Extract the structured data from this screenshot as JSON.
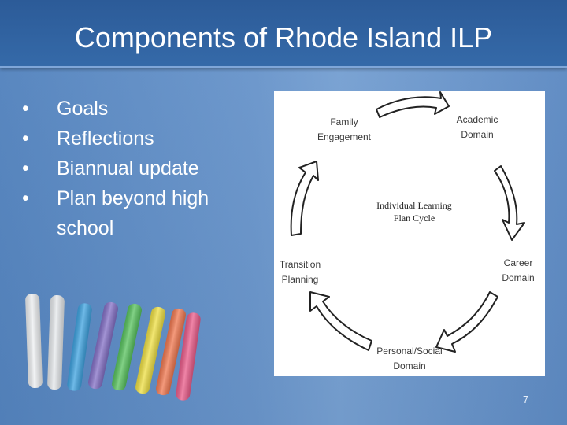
{
  "slide": {
    "title": "Components of Rhode Island ILP",
    "bullets": [
      "Goals",
      "Reflections",
      "Biannual update",
      "Plan beyond high school"
    ],
    "bullet_marker": "•",
    "page_number": "7"
  },
  "diagram": {
    "center": [
      "Individual Learning",
      "Plan Cycle"
    ],
    "nodes": {
      "family": [
        "Family",
        "Engagement"
      ],
      "academic": [
        "Academic",
        "Domain"
      ],
      "career": [
        "Career",
        "Domain"
      ],
      "personal": [
        "Personal/Social",
        "Domain"
      ],
      "transition": [
        "Transition",
        "Planning"
      ]
    }
  },
  "colors": {
    "title_bar": "#2f609f",
    "background": "#5f8cc3",
    "text": "#ffffff",
    "chalk": [
      "#eef0f2",
      "#e6e9ec",
      "#3fa3e0",
      "#8470c6",
      "#58c25e",
      "#eedf44",
      "#f07850",
      "#ea5c8a"
    ]
  }
}
